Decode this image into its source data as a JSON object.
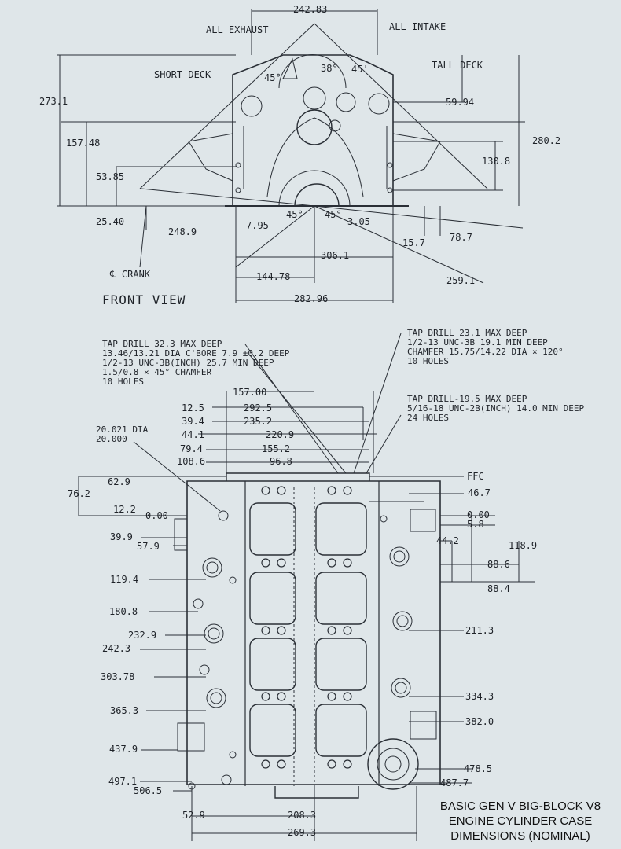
{
  "front_view": {
    "title": "FRONT VIEW",
    "labels": {
      "all_exhaust": "ALL EXHAUST",
      "all_intake": "ALL INTAKE",
      "short_deck": "SHORT DECK",
      "tall_deck": "TALL DECK",
      "crank": "℄ CRANK"
    },
    "dims": {
      "d242_83": "242.83",
      "d273_1": "273.1",
      "d157_48": "157.48",
      "d53_85": "53.85",
      "d25_40": "25.40",
      "d248_9": "248.9",
      "d7_95": "7.95",
      "d59_94": "59.94",
      "d280_2": "280.2",
      "d130_8": "130.8",
      "d15_7": "15.7",
      "d78_7": "78.7",
      "d306_1": "306.1",
      "d144_78": "144.78",
      "d282_96": "282.96",
      "d259_1": "259.1",
      "d3_05": "3.05",
      "a45_left": "45°",
      "a38": "38°",
      "a45_right": "45'",
      "a45_bottom_left": "45°",
      "a45_bottom_right": "45°"
    }
  },
  "notes": {
    "note1": "TAP DRILL 32.3 MAX DEEP\n13.46/13.21 DIA C'BORE 7.9 ±0.2 DEEP\n1/2-13 UNC-3B(INCH) 25.7 MIN DEEP\n1.5/0.8 × 45° CHAMFER\n10 HOLES",
    "note2": "TAP DRILL 23.1 MAX DEEP\n1/2-13 UNC-3B 19.1 MIN DEEP\nCHAMFER 15.75/14.22 DIA × 120°\n10 HOLES",
    "note3": "TAP DRILL-19.5 MAX DEEP\n5/16-18 UNC-2B(INCH) 14.0 MIN DEEP\n24 HOLES",
    "dia": "20.021 DIA\n20.000"
  },
  "top_view": {
    "top_dims": [
      "157.00",
      "12.5",
      "292.5",
      "39.4",
      "235.2",
      "44.1",
      "220.9",
      "79.4",
      "155.2",
      "108.6",
      "96.8"
    ],
    "ffc": "FFC",
    "left_dims": [
      "62.9",
      "76.2",
      "12.2",
      "0.00",
      "39.9",
      "57.9",
      "119.4",
      "180.8",
      "232.9",
      "242.3",
      "303.78",
      "365.3",
      "437.9",
      "497.1",
      "506.5"
    ],
    "right_dims": [
      "46.7",
      "0.00",
      "5.8",
      "44.2",
      "118.9",
      "88.6",
      "88.4",
      "211.3",
      "334.3",
      "382.0",
      "478.5",
      "487.7"
    ],
    "bottom_dims": [
      "52.9",
      "208.3",
      "269.3"
    ]
  },
  "title_block": {
    "line1": "BASIC GEN V BIG-BLOCK V8",
    "line2": "ENGINE CYLINDER CASE",
    "line3": "DIMENSIONS (NOMINAL)"
  }
}
